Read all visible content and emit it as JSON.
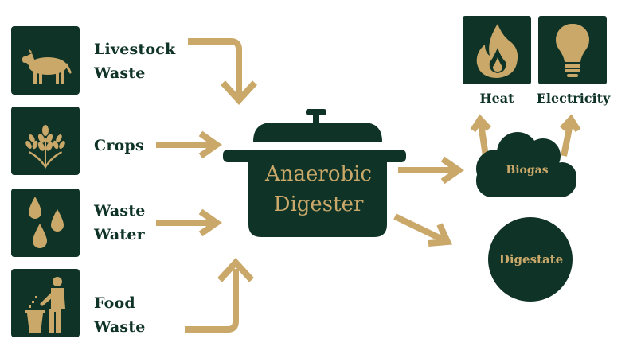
{
  "colors": {
    "dark_green": "#0f3326",
    "gold": "#c9a86a",
    "background": "#ffffff"
  },
  "inputs": [
    {
      "icon": "cow-icon",
      "line1": "Livestock",
      "line2": "Waste"
    },
    {
      "icon": "wheat-icon",
      "line1": "Crops",
      "line2": ""
    },
    {
      "icon": "water-drops-icon",
      "line1": "Waste",
      "line2": "Water"
    },
    {
      "icon": "trash-person-icon",
      "line1": "Food",
      "line2": "Waste"
    }
  ],
  "digester": {
    "line1": "Anaerobic",
    "line2": "Digester"
  },
  "outputs": {
    "biogas": "Biogas",
    "digestate": "Digestate",
    "heat": "Heat",
    "electricity": "Electricity"
  }
}
